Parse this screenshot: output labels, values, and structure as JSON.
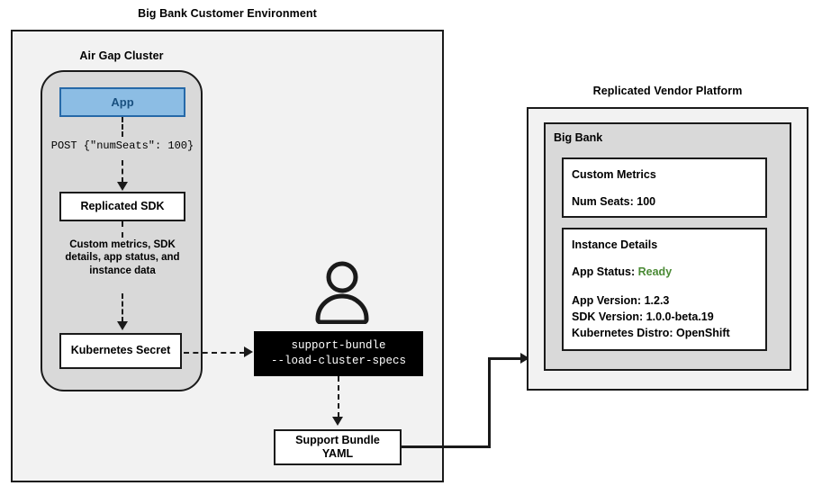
{
  "customer_env": {
    "title": "Big Bank Customer Environment",
    "cluster": {
      "title": "Air Gap Cluster",
      "app_node": "App",
      "post_label": "POST {\"numSeats\": 100}",
      "sdk_node": "Replicated SDK",
      "metrics_label": "Custom metrics, SDK details, app status, and instance data",
      "secret_node": "Kubernetes Secret"
    },
    "operator_icon": "person-icon",
    "command": {
      "line1": "support-bundle",
      "line2": "--load-cluster-specs"
    },
    "support_bundle_yaml": "Support Bundle\nYAML"
  },
  "vendor_platform": {
    "title": "Replicated Vendor Platform",
    "customer_name": "Big Bank",
    "custom_metrics": {
      "title": "Custom Metrics",
      "lines": [
        "Num Seats: 100"
      ]
    },
    "instance_details": {
      "title": "Instance Details",
      "status_label": "App Status:",
      "status_value": "Ready",
      "lines": [
        "App Version: 1.2.3",
        "SDK Version: 1.0.0-beta.19",
        "Kubernetes Distro: OpenShift"
      ]
    }
  },
  "colors": {
    "app_fill": "#8cbde4",
    "app_border": "#2669a8",
    "app_text": "#19507f",
    "status_ready": "#4a8a35",
    "env_fill": "#f2f2f2",
    "cluster_fill": "#d9d9d9",
    "command_fill": "#000000",
    "stroke": "#1a1a1a"
  }
}
